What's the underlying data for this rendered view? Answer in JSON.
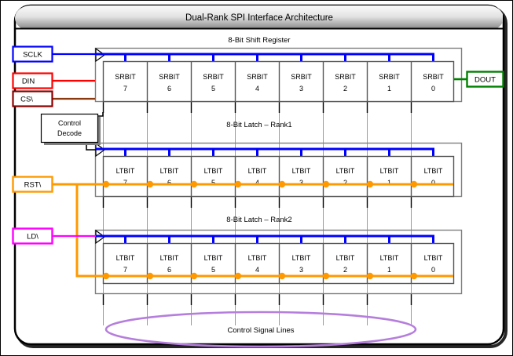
{
  "diagram": {
    "title": "Dual-Rank SPI Interface Architecture",
    "colors": {
      "sclk": "#0000ff",
      "din": "#ff0000",
      "cs": "#8b0000",
      "dout": "#008000",
      "rst": "#ff9900",
      "ld": "#ff00ff",
      "control_bus": "#b57edc",
      "cell_border": "#555555",
      "frame": "#000000",
      "titlebar_top": "#f2f2f2",
      "titlebar_bottom": "#8a8a8a"
    },
    "ports": [
      {
        "id": "sclk",
        "label": "SCLK",
        "color": "#0000ff"
      },
      {
        "id": "din",
        "label": "DIN",
        "color": "#ff0000"
      },
      {
        "id": "cs",
        "label": "CS\\",
        "color": "#8b0000"
      },
      {
        "id": "rst",
        "label": "RST\\",
        "color": "#ff9900"
      },
      {
        "id": "ld",
        "label": "LD\\",
        "color": "#ff00ff"
      },
      {
        "id": "dout",
        "label": "DOUT",
        "color": "#008000"
      }
    ],
    "control_decode": {
      "line1": "Control",
      "line2": "Decode"
    },
    "blocks": [
      {
        "id": "shift-register",
        "caption": "8-Bit Shift Register",
        "cell_prefix": "SRBIT",
        "cells": [
          "7",
          "6",
          "5",
          "4",
          "3",
          "2",
          "1",
          "0"
        ],
        "clock_color": "#0000ff",
        "has_reset_line": false
      },
      {
        "id": "latch-rank1",
        "caption": "8-Bit Latch – Rank1",
        "cell_prefix": "LTBIT",
        "cells": [
          "7",
          "6",
          "5",
          "4",
          "3",
          "2",
          "1",
          "0"
        ],
        "clock_color": "#0000ff",
        "has_reset_line": true
      },
      {
        "id": "latch-rank2",
        "caption": "8-Bit Latch – Rank2",
        "cell_prefix": "LTBIT",
        "cells": [
          "7",
          "6",
          "5",
          "4",
          "3",
          "2",
          "1",
          "0"
        ],
        "clock_color": "#0000ff",
        "has_reset_line": true
      }
    ],
    "control_bus_label": "Control Signal Lines"
  }
}
